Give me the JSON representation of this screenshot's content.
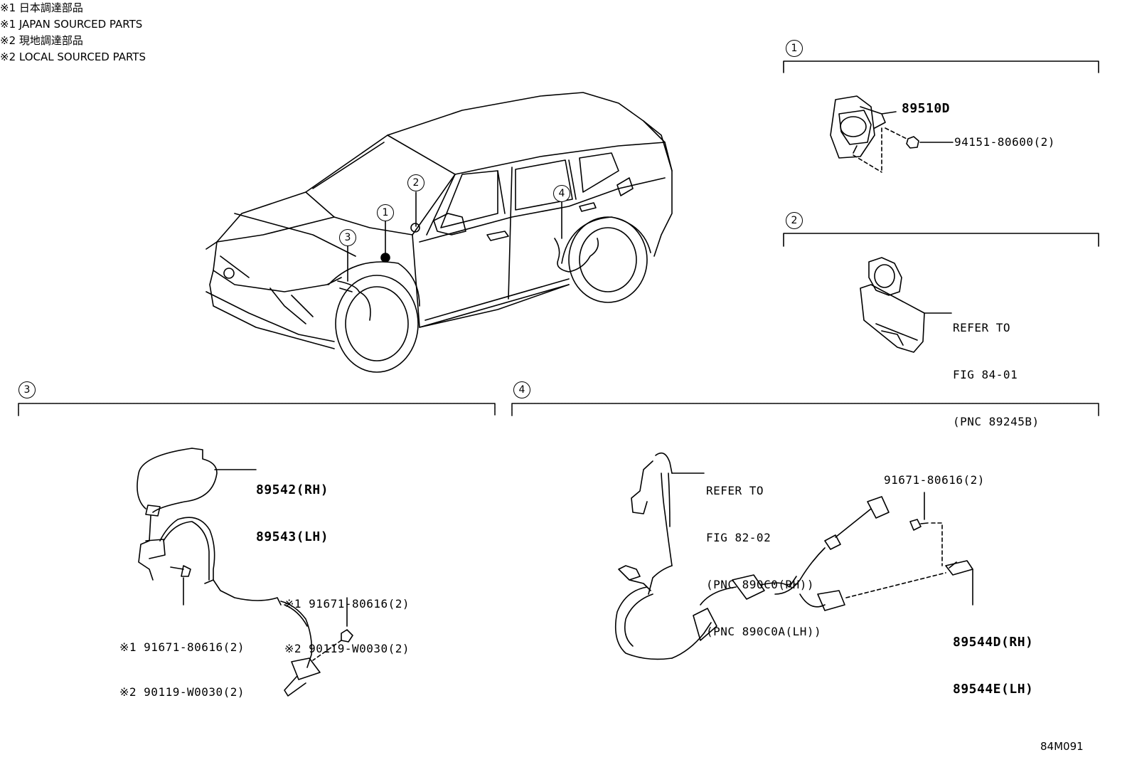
{
  "notes": [
    "※1 日本調達部品",
    "※1 JAPAN SOURCED PARTS",
    "※2 現地調達部品",
    "※2 LOCAL SOURCED PARTS"
  ],
  "callouts": {
    "car": [
      "1",
      "2",
      "3",
      "4"
    ],
    "sections": [
      "1",
      "2",
      "3",
      "4"
    ]
  },
  "section1": {
    "part_main": "89510D",
    "part_bolt": "94151-80600(2)"
  },
  "section2": {
    "refer": [
      "REFER TO",
      "FIG 84-01",
      "(PNC 89245B)"
    ]
  },
  "section3": {
    "part_sensor": [
      "89542(RH)",
      "89543(LH)"
    ],
    "bolt_upper": [
      "※1 91671-80616(2)",
      "※2 90119-W0030(2)"
    ],
    "bolt_lower": [
      "※1 91671-80616(2)",
      "※2 90119-W0030(2)"
    ]
  },
  "section4": {
    "refer": [
      "REFER TO",
      "FIG 82-02",
      "(PNC 890C0(RH))",
      "(PNC 890C0A(LH))"
    ],
    "bolt": "91671-80616(2)",
    "part_sensor": [
      "89544D(RH)",
      "89544E(LH)"
    ]
  },
  "figure_id": "84M091"
}
